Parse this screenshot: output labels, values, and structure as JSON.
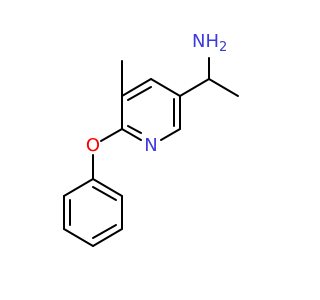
{
  "molecule": {
    "colors": {
      "bond": "#000000",
      "nitrogen": "#3b3bdc",
      "oxygen": "#ff0000",
      "background": "#ffffff"
    },
    "atoms": {
      "amine": "NH",
      "amine_h_subscript": "2",
      "ring_nitrogen": "N",
      "ether_oxygen": "O"
    }
  }
}
